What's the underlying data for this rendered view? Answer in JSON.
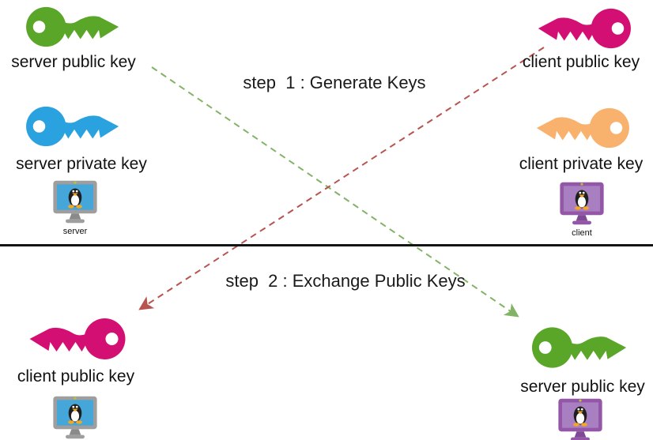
{
  "titles": {
    "step1": "step  1 : Generate Keys",
    "step2": "step  2 : Exchange Public Keys"
  },
  "keys": {
    "server_public_top": {
      "label": "server public key",
      "color": "#5aa628"
    },
    "client_public_top": {
      "label": "client public key",
      "color": "#d30f73"
    },
    "server_private": {
      "label": "server private key",
      "color": "#2aa2e0"
    },
    "client_private": {
      "label": "client private key",
      "color": "#f9b16e"
    },
    "client_public_bottom": {
      "label": "client public key",
      "color": "#d30f73"
    },
    "server_public_bottom": {
      "label": "server public key",
      "color": "#5aa628"
    }
  },
  "computers": {
    "server": {
      "label": "server",
      "frame_color": "#9e9e9e",
      "screen_color": "#44a6d9",
      "stand_color": "#8a8a8a"
    },
    "client": {
      "label": "client",
      "frame_color": "#9457a8",
      "screen_color": "#a87fc0",
      "stand_color": "#7e4a96"
    }
  },
  "arrows": {
    "server_to_client": {
      "color": "#82b366",
      "style": "dashed"
    },
    "client_to_server": {
      "color": "#b85450",
      "style": "dashed"
    }
  },
  "icon_details": {
    "power_dot_color": "#b8c432",
    "tux_body_color": "#1f1f1f",
    "tux_accent_color": "#f5a623"
  }
}
